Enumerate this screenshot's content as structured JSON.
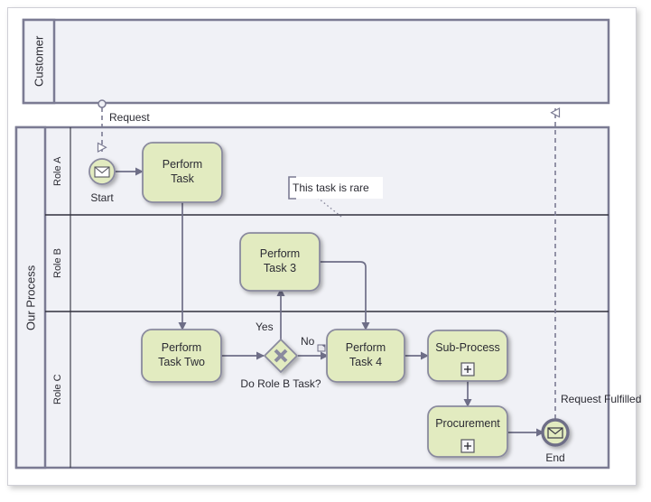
{
  "diagram": {
    "type": "bpmn-collaboration",
    "colors": {
      "pool_fill": "#f0f1f6",
      "pool_border": "#7b7b93",
      "lane_border": "#31313d",
      "task_fill": "#e2ebc0",
      "task_border": "#8a8a9e",
      "connector": "#6e6e87",
      "text": "#2b2b33",
      "annotation_fill": "#ffffff"
    },
    "pools": [
      {
        "id": "customer",
        "label": "Customer",
        "lanes": []
      },
      {
        "id": "our-process",
        "label": "Our Process",
        "lanes": [
          {
            "id": "role-a",
            "label": "Role A"
          },
          {
            "id": "role-b",
            "label": "Role B"
          },
          {
            "id": "role-c",
            "label": "Role C"
          }
        ]
      }
    ],
    "events": [
      {
        "id": "start",
        "label": "Start",
        "kind": "message-start-event"
      },
      {
        "id": "end",
        "label": "End",
        "kind": "message-end-event"
      }
    ],
    "tasks": [
      {
        "id": "perform-task",
        "label": "Perform\nTask",
        "line1": "Perform",
        "line2": "Task",
        "lane": "role-a",
        "marker": "none"
      },
      {
        "id": "perform-task-3",
        "label": "Perform\nTask 3",
        "line1": "Perform",
        "line2": "Task 3",
        "lane": "role-b",
        "marker": "none"
      },
      {
        "id": "perform-task-two",
        "label": "Perform\nTask Two",
        "line1": "Perform",
        "line2": "Task Two",
        "lane": "role-c",
        "marker": "none"
      },
      {
        "id": "perform-task-4",
        "label": "Perform\nTask 4",
        "line1": "Perform",
        "line2": "Task 4",
        "lane": "role-c",
        "marker": "none"
      },
      {
        "id": "sub-process",
        "label": "Sub-Process",
        "line1": "Sub-Process",
        "line2": "",
        "lane": "role-c",
        "marker": "collapsed-plus"
      },
      {
        "id": "procurement",
        "label": "Procurement",
        "line1": "Procurement",
        "line2": "",
        "lane": "role-c",
        "marker": "collapsed-plus"
      }
    ],
    "gateways": [
      {
        "id": "do-role-b-task",
        "label": "Do Role B Task?",
        "kind": "exclusive-gateway"
      }
    ],
    "annotations": [
      {
        "id": "rare-note",
        "text": "This task is rare",
        "kind": "text-annotation"
      }
    ],
    "flow_labels": {
      "yes": "Yes",
      "no": "No"
    },
    "message_flows": [
      {
        "id": "request",
        "label": "Request",
        "from": "customer",
        "to": "start"
      },
      {
        "id": "request-fulfilled",
        "label": "Request Fulfilled",
        "from": "end",
        "to": "customer"
      }
    ],
    "markers": {
      "collapsed": "+"
    }
  }
}
